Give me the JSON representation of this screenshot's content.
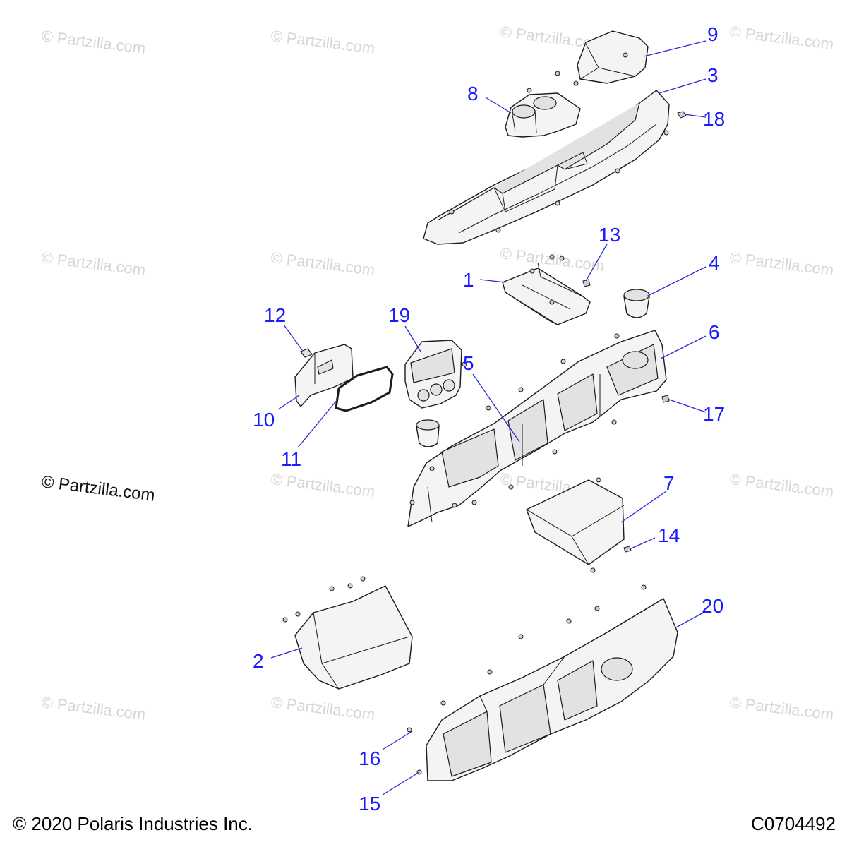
{
  "diagram": {
    "watermark_text": "© Partzilla.com",
    "copyright": "© 2020 Polaris Industries Inc.",
    "diagram_code": "C0704492",
    "callouts": [
      {
        "label": "1"
      },
      {
        "label": "2"
      },
      {
        "label": "3"
      },
      {
        "label": "4"
      },
      {
        "label": "5"
      },
      {
        "label": "6"
      },
      {
        "label": "7"
      },
      {
        "label": "8"
      },
      {
        "label": "9"
      },
      {
        "label": "10"
      },
      {
        "label": "11"
      },
      {
        "label": "12"
      },
      {
        "label": "13"
      },
      {
        "label": "14"
      },
      {
        "label": "15"
      },
      {
        "label": "16"
      },
      {
        "label": "17"
      },
      {
        "label": "18"
      },
      {
        "label": "19"
      },
      {
        "label": "20"
      }
    ]
  },
  "colors": {
    "callout": "#1a1aff",
    "leader": "#2a2ad6",
    "watermark": "#d6d6d6",
    "line": "#1b1b1b"
  }
}
